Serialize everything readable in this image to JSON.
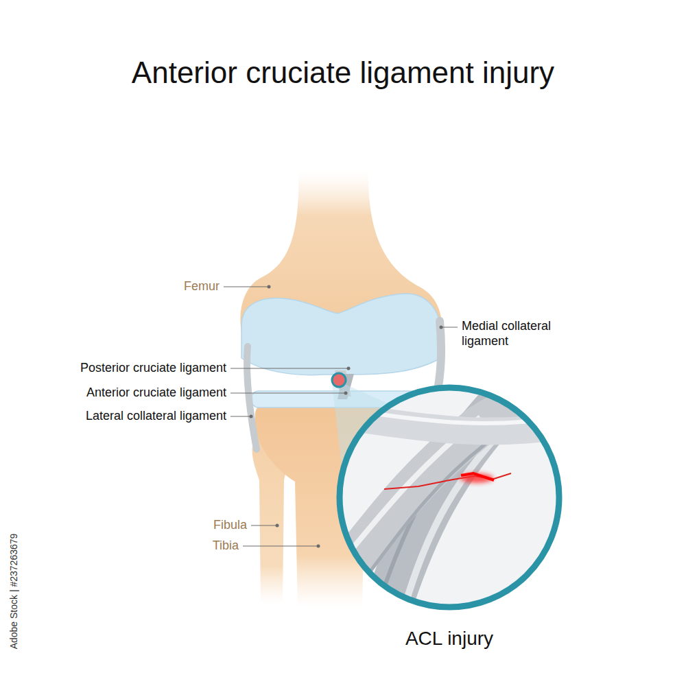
{
  "diagram": {
    "title": "Anterior cruciate ligament injury",
    "caption": "ACL injury",
    "labels": [
      "Femur",
      "Medial collateral ligament",
      "Posterior cruciate ligament",
      "Anterior cruciate ligament",
      "Lateral collateral ligament",
      "Fibula",
      "Tibia",
      "Adobe Stock | #237263679"
    ]
  }
}
